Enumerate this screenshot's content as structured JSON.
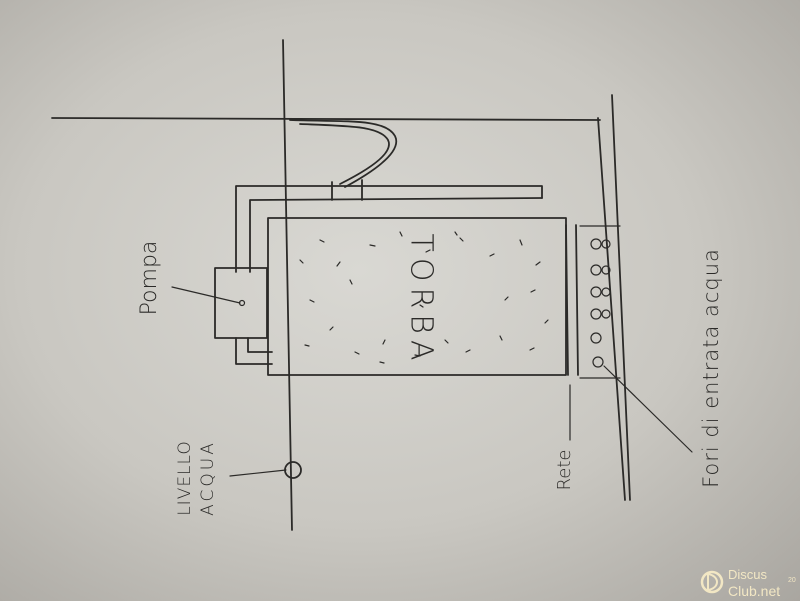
{
  "labels": {
    "pump": "Pompa",
    "peat": "TORBA",
    "water_level_line1": "LIVELLO",
    "water_level_line2": "ACQUA",
    "net": "Rete",
    "inlet_holes": "Fori di entrata acqua"
  },
  "watermark": {
    "line1": "Discus",
    "line2": "Club.net",
    "badge": "20",
    "color": "#f2e7c4"
  },
  "colors": {
    "paper": "#cfcdc7",
    "ink": "#2b2a28"
  }
}
